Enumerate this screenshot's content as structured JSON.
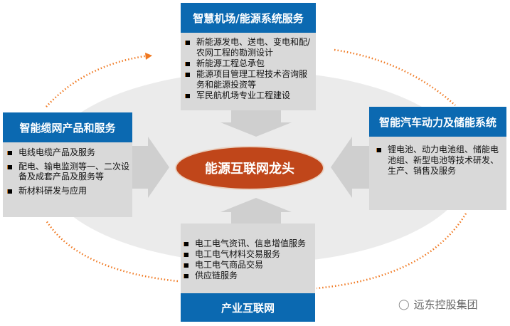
{
  "center": "能源互联网龙头",
  "top": {
    "title": "智慧机场/能源系统服务",
    "items": [
      "新能源发电、送电、变电和配/农网工程的勘测设计",
      "新能源工程总承包",
      "能源项目管理工程技术咨询服务和能源投资等",
      "军民航机场专业工程建设"
    ]
  },
  "left": {
    "title": "智能缆网产品和服务",
    "items": [
      "电线电缆产品及服务",
      "配电、输电监测等一、二次设备及成套产品及服务等",
      "新材料研发与应用"
    ]
  },
  "right": {
    "title": "智能汽车动力及储能系统",
    "items": [
      "锂电池、动力电池组、储能电池组、新型电池等技术研发、生产、销售及服务"
    ]
  },
  "bottom": {
    "title": "产业互联网",
    "items": [
      "电工电气资讯、信息增值服务",
      "电工电气材料交易服务",
      "电工电气商品交易",
      "供应链服务"
    ]
  },
  "watermark": "远东控股集团",
  "colors": {
    "header": "#0b69b1",
    "center": "#c0461a",
    "box": "#d9d9d9",
    "dots": "#f07820"
  }
}
